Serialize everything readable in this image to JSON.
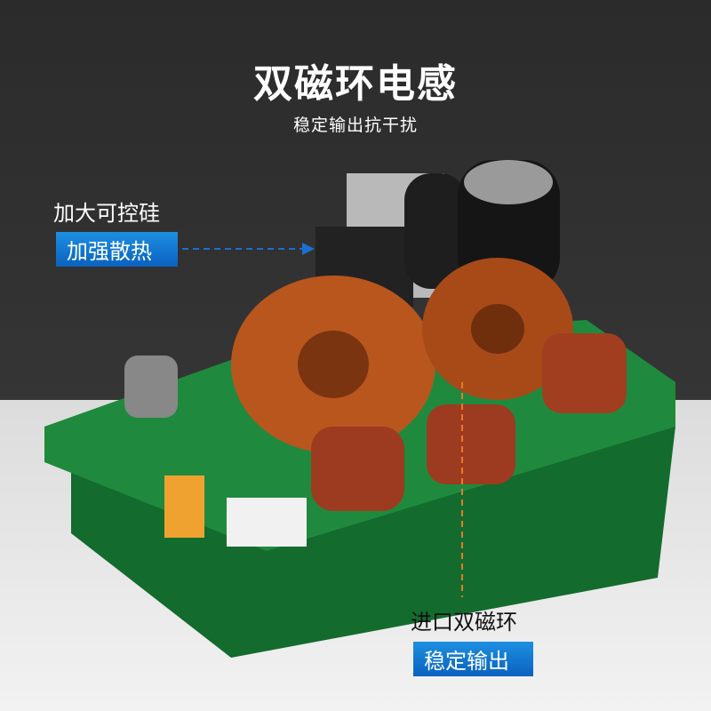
{
  "header": {
    "title": "双磁环电感",
    "subtitle": "稳定输出抗干扰"
  },
  "callout_left": {
    "label": "加大可控硅",
    "badge": "加强散热",
    "arrow_color": "#1a6fd0"
  },
  "callout_bottom": {
    "label": "进口双磁环",
    "badge": "稳定输出",
    "line_color": "#e87a2a"
  },
  "colors": {
    "badge": "#0f74cf",
    "pcb": "#1f8a3e",
    "copper": "#b8561e"
  }
}
